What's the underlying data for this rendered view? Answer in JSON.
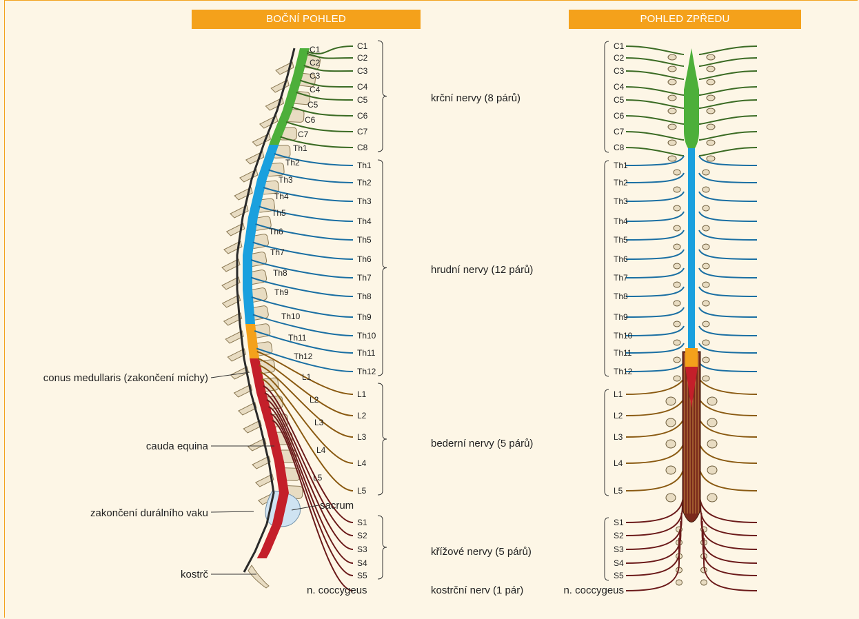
{
  "headers": {
    "lateral": "BOČNÍ POHLED",
    "front": "POHLED ZPŘEDU"
  },
  "colors": {
    "cervical": "#4daf3a",
    "thoracic": "#1aa0de",
    "conus": "#f4a11b",
    "cauda": "#c41f2a",
    "lumbar_nerve": "#8a5a12",
    "sacral_nerve": "#6b1a1a",
    "cervical_nerve": "#3b6b24",
    "thoracic_nerve": "#1a6fa3",
    "bone": "#e8dcc2"
  },
  "lateral_inner": [
    "C1",
    "C2",
    "C3",
    "C4",
    "C5",
    "C6",
    "C7",
    "Th1",
    "Th2",
    "Th3",
    "Th4",
    "Th5",
    "Th6",
    "Th7",
    "Th8",
    "Th9",
    "Th10",
    "Th11",
    "Th12",
    "L1",
    "L2",
    "L3",
    "L4",
    "L5"
  ],
  "nerves": [
    "C1",
    "C2",
    "C3",
    "C4",
    "C5",
    "C6",
    "C7",
    "C8",
    "Th1",
    "Th2",
    "Th3",
    "Th4",
    "Th5",
    "Th6",
    "Th7",
    "Th8",
    "Th9",
    "Th10",
    "Th11",
    "Th12",
    "L1",
    "L2",
    "L3",
    "L4",
    "L5",
    "S1",
    "S2",
    "S3",
    "S4",
    "S5",
    "n. coccygeus"
  ],
  "groups": [
    {
      "label": "krční nervy (8 párů)"
    },
    {
      "label": "hrudní nervy (12 párů)"
    },
    {
      "label": "bederní nervy (5 párů)"
    },
    {
      "label": "křížové nervy (5 párů)"
    },
    {
      "label": "kostrční nerv (1 pár)"
    }
  ],
  "annotations": {
    "conus": "conus medullaris (zakončení míchy)",
    "cauda": "cauda equina",
    "dural": "zakončení durálního vaku",
    "coccyx": "kostrč",
    "sacrum": "sacrum"
  }
}
